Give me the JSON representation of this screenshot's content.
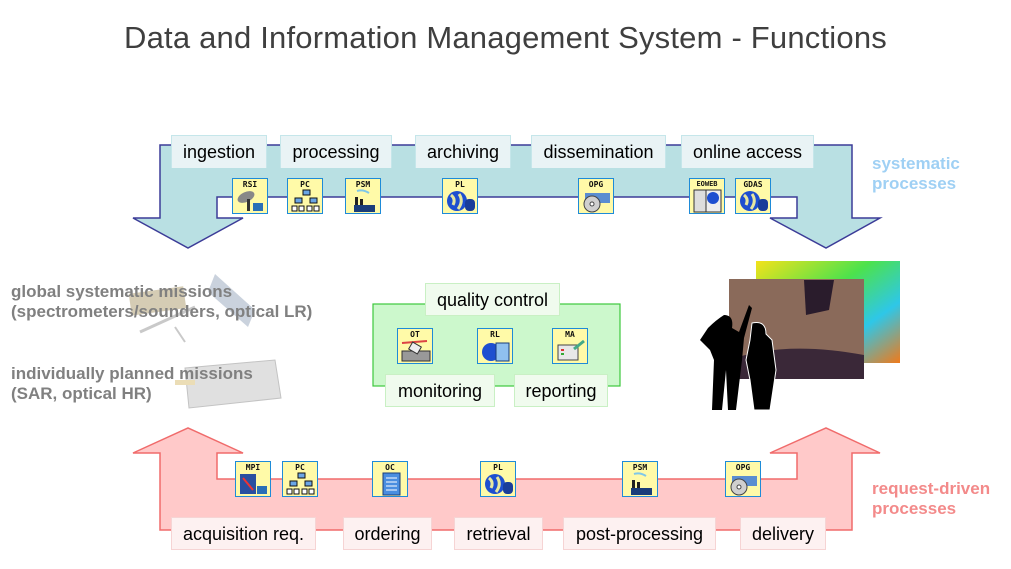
{
  "title": "Data and Information Management System  -  Functions",
  "systematic": {
    "caption_line1": "systematic",
    "caption_line2": "processes",
    "color": "#9fd0f4",
    "band_fill": "#b9e0e3",
    "band_stroke": "#3c3c98",
    "labels": [
      "ingestion",
      "processing",
      "archiving",
      "dissemination",
      "online access"
    ],
    "icons": [
      {
        "code": "RSI",
        "name": "satellite-dish-icon"
      },
      {
        "code": "PC",
        "name": "hierarchy-icon"
      },
      {
        "code": "PSM",
        "name": "factory-icon"
      },
      {
        "code": "PL",
        "name": "globe-database-icon"
      },
      {
        "code": "OPG",
        "name": "cd-drive-icon"
      },
      {
        "code": "EOWEB",
        "name": "web-globe-icon"
      },
      {
        "code": "GDAS",
        "name": "globe-database-icon"
      }
    ]
  },
  "request_driven": {
    "caption_line1": "request-driven",
    "caption_line2": "processes",
    "color": "#f38a8a",
    "band_fill": "#ffc9c9",
    "band_stroke": "#f06b6b",
    "labels": [
      "acquisition req.",
      "ordering",
      "retrieval",
      "post-processing",
      "delivery"
    ],
    "icons": [
      {
        "code": "MPI",
        "name": "mission-planning-icon"
      },
      {
        "code": "PC",
        "name": "hierarchy-icon"
      },
      {
        "code": "OC",
        "name": "document-icon"
      },
      {
        "code": "PL",
        "name": "globe-database-icon"
      },
      {
        "code": "PSM",
        "name": "factory-icon"
      },
      {
        "code": "OPG",
        "name": "cd-drive-icon"
      }
    ]
  },
  "quality": {
    "title": "quality control",
    "labels": [
      "monitoring",
      "reporting"
    ],
    "icons": [
      {
        "code": "OT",
        "name": "keyboard-tool-icon"
      },
      {
        "code": "RL",
        "name": "globe-report-icon"
      },
      {
        "code": "MA",
        "name": "monitor-chart-icon"
      }
    ]
  },
  "missions": {
    "global_line1": "global systematic missions",
    "global_line2": "(spectrometers/sounders, optical LR)",
    "individual_line1": "individually planned missions",
    "individual_line2": "(SAR, optical HR)"
  }
}
